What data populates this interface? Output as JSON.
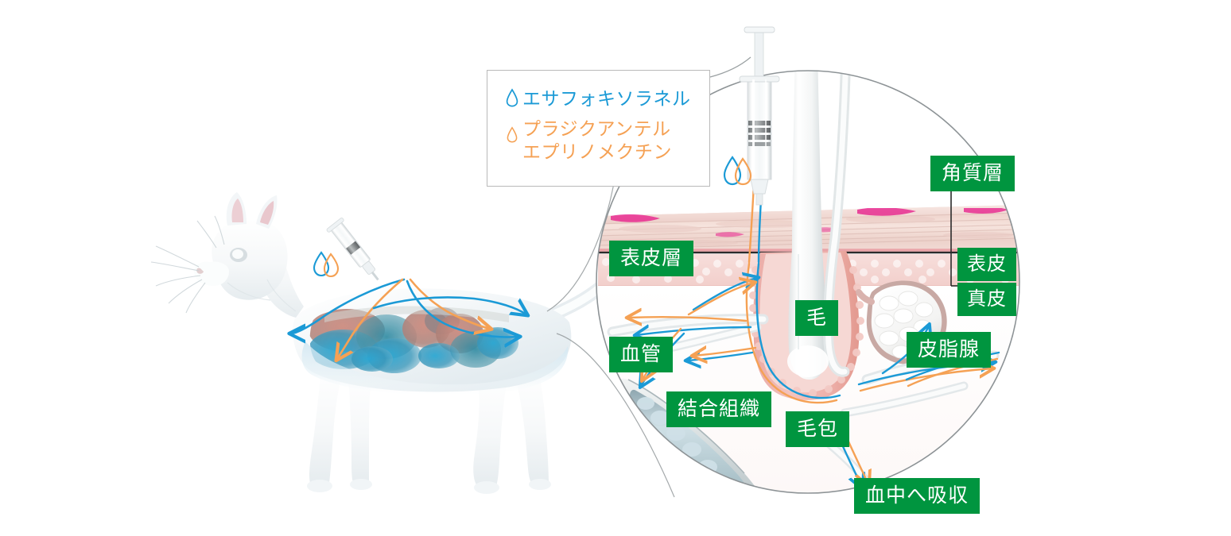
{
  "document": {
    "kind": "veterinary-pharmacology-illustration",
    "subject": "cat",
    "description": "Topical spot-on parasiticide absorption diagram with magnified skin cross-section"
  },
  "legend": {
    "border_color": "#b9b9b9",
    "items": [
      {
        "icon": "droplet-icon",
        "color": "#1b9ad6",
        "lines": [
          "エサフォキソラネル"
        ]
      },
      {
        "icon": "droplet-icon",
        "color": "#f5a154",
        "lines": [
          "プラジクアンテル",
          "エプリノメクチン"
        ]
      }
    ]
  },
  "colors": {
    "label_green": "#00953f",
    "blue": "#1b9ad6",
    "orange": "#f5a154",
    "leader_gray": "#7d7d7d",
    "skin_pink": "#f0c9c6",
    "dermis_pink": "#f7dcd9",
    "follicle_pink": "#eeb3ae"
  },
  "labels": {
    "stratum_corneum": "角質層",
    "epidermis_layer": "表皮層",
    "epidermis": "表皮",
    "dermis": "真皮",
    "hair": "毛",
    "hair_follicle": "毛包",
    "sebaceous_gland": "皮脂腺",
    "blood_vessel": "血管",
    "connective_tissue": "結合組織",
    "absorbed_into_blood": "血中へ吸収"
  },
  "graphics": {
    "syringe": "syringe-icon",
    "droplet_pair": "droplet-pair-icon",
    "magnifier": "magnifier-circle",
    "cat": "cat-body-illustration"
  }
}
